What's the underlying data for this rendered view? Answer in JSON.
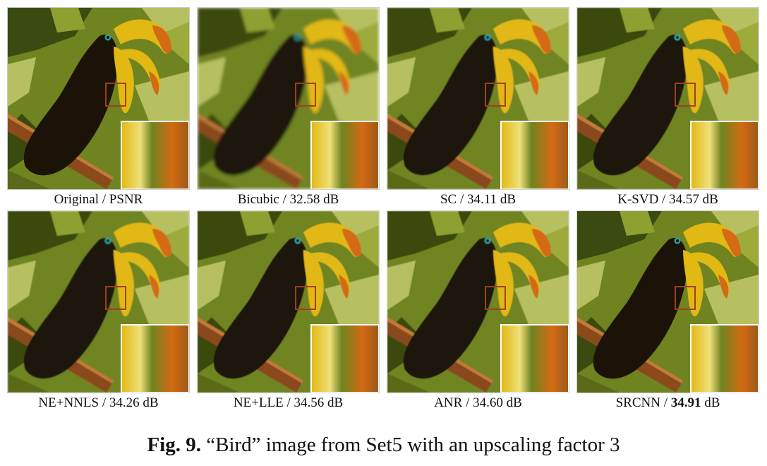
{
  "panels": [
    {
      "method": "Original",
      "sep": " / ",
      "value": "PSNR",
      "unit": "",
      "bold": false,
      "filter": "none"
    },
    {
      "method": "Bicubic",
      "sep": " / ",
      "value": "32.58",
      "unit": " dB",
      "bold": false,
      "filter": "blur-strong"
    },
    {
      "method": "SC",
      "sep": " / ",
      "value": "34.11",
      "unit": " dB",
      "bold": false,
      "filter": "blur-mild"
    },
    {
      "method": "K-SVD",
      "sep": " / ",
      "value": "34.57",
      "unit": " dB",
      "bold": false,
      "filter": "blur-light"
    },
    {
      "method": "NE+NNLS",
      "sep": " / ",
      "value": "34.26",
      "unit": " dB",
      "bold": false,
      "filter": "blur-mild"
    },
    {
      "method": "NE+LLE",
      "sep": " / ",
      "value": "34.56",
      "unit": " dB",
      "bold": false,
      "filter": "blur-light"
    },
    {
      "method": "ANR",
      "sep": " / ",
      "value": "34.60",
      "unit": " dB",
      "bold": false,
      "filter": "blur-light"
    },
    {
      "method": "SRCNN",
      "sep": " / ",
      "value": "34.91",
      "unit": " dB",
      "bold": true,
      "filter": "none"
    }
  ],
  "figure": {
    "label": "Fig. 9.",
    "text": " “Bird” image from Set5 with an upscaling factor 3"
  },
  "colors": {
    "background": "#f2f0d6",
    "leaf_dark": "#3a4a10",
    "leaf_mid": "#6f8420",
    "leaf_light": "#b7c060",
    "bird_body": "#1c1308",
    "beak_yellow": "#e2b812",
    "beak_orange": "#d46a14",
    "branch": "#8a4a1a",
    "roi_box": "#a0401a",
    "inset_border": "#ffffff"
  }
}
